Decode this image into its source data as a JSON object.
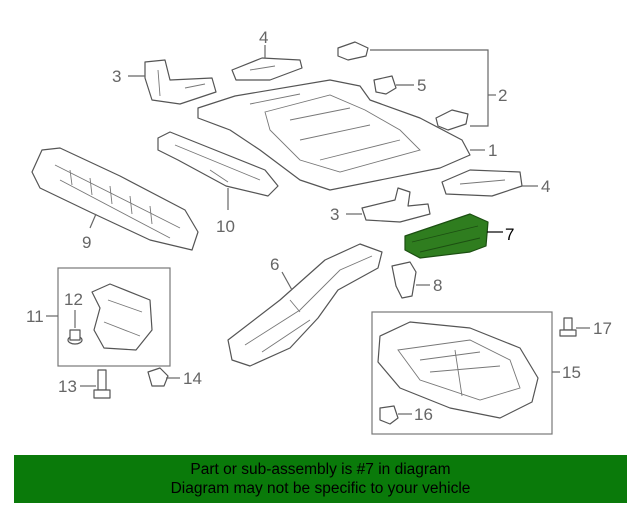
{
  "diagram": {
    "callouts": [
      "1",
      "2",
      "3",
      "3",
      "4",
      "4",
      "5",
      "6",
      "7",
      "8",
      "9",
      "10",
      "11",
      "12",
      "13",
      "14",
      "15",
      "16",
      "17"
    ],
    "highlight_color": "#2f7d1f"
  },
  "banner": {
    "line1": "Part or sub-assembly is #7 in diagram",
    "line2": "Diagram may not be specific to your vehicle",
    "background": "#0a7a0a"
  }
}
